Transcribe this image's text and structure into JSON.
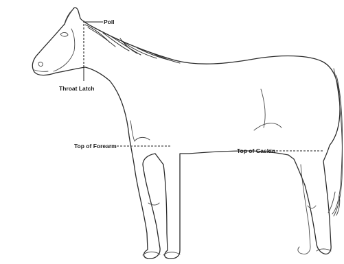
{
  "labels": {
    "poll": "Poll",
    "throat_latch": "Throat Latch",
    "top_of_forearm": "Top of Forearm",
    "top_of_gaskin": "Top of Gaskin"
  },
  "colors": {
    "background": "#ffffff",
    "ink": "#2a2a2a"
  }
}
